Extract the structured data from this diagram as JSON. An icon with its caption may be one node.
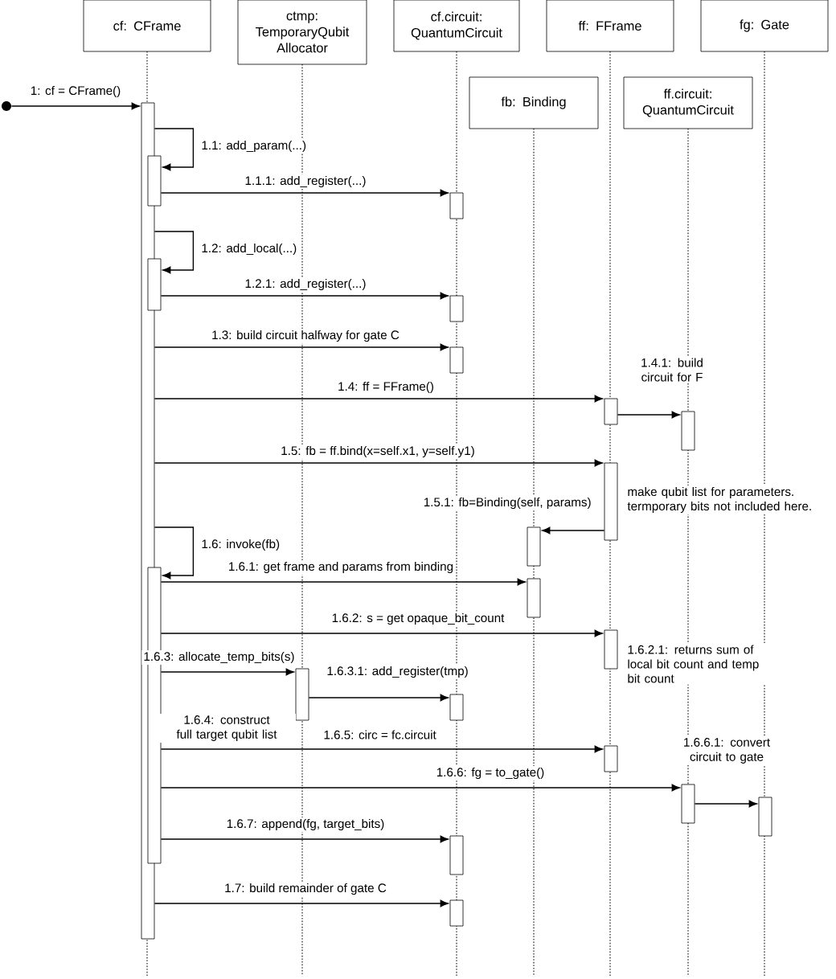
{
  "diagram": {
    "nodes": [
      {
        "text": [
          "cf: CFrame"
        ]
      },
      {
        "text": [
          "ctmp: TemporaryQubit Allocator"
        ]
      },
      {
        "text": [
          "cf.circuit: QuantumCircuit"
        ]
      },
      {
        "text": [
          "ff: FFrame"
        ]
      },
      {
        "text": [
          "fg: Gate"
        ]
      },
      {
        "text": [
          "fb: Binding"
        ]
      },
      {
        "text": [
          "ff.circuit: QuantumCircuit"
        ]
      },
      {
        "text": [],
        "shape": "circle"
      },
      {
        "text": [],
        "shape": "bar"
      },
      {
        "text": [],
        "shape": "bar"
      },
      {
        "text": [],
        "shape": "bar"
      },
      {
        "text": [],
        "shape": "bar"
      },
      {
        "text": [],
        "shape": "bar"
      },
      {
        "text": [],
        "shape": "bar"
      },
      {
        "text": [],
        "shape": "bar"
      },
      {
        "text": [],
        "shape": "bar"
      },
      {
        "text": [],
        "shape": "bar",
        "beside": [
          "make qubit list for parameters. termporary bits not included here."
        ]
      },
      {
        "text": [],
        "shape": "bar"
      },
      {
        "text": [],
        "shape": "bar"
      },
      {
        "text": [],
        "shape": "bar"
      },
      {
        "text": [],
        "shape": "bar",
        "beside": [
          "1.6.2.1: returns sum of local bit count and temp bit count"
        ]
      },
      {
        "text": [],
        "shape": "bar"
      },
      {
        "text": [],
        "shape": "bar"
      },
      {
        "text": [],
        "shape": "bar"
      },
      {
        "text": [],
        "shape": "bar"
      },
      {
        "text": [],
        "shape": "bar"
      },
      {
        "text": [],
        "shape": "bar"
      },
      {
        "text": [],
        "shape": "bar"
      }
    ],
    "edges": [
      {
        "from": 7,
        "to": 8,
        "arrow": "to",
        "label": "1: cf = CFrame()"
      },
      {
        "from": 8,
        "to": 9,
        "arrow": "to",
        "label": "1.1: add_param(...)"
      },
      {
        "from": 9,
        "to": 10,
        "arrow": "to",
        "label": "1.1.1: add_register(...)"
      },
      {
        "from": 8,
        "to": 11,
        "arrow": "to",
        "label": "1.2: add_local(...)"
      },
      {
        "from": 11,
        "to": 12,
        "arrow": "to",
        "label": "1.2.1: add_register(...)"
      },
      {
        "from": 8,
        "to": 13,
        "arrow": "to",
        "label": "1.3: build circuit halfway for gate C"
      },
      {
        "from": 8,
        "to": 14,
        "arrow": "to",
        "label": "1.4: ff = FFrame()"
      },
      {
        "from": 14,
        "to": 15,
        "arrow": "to",
        "label": "1.4.1: build circuit for F"
      },
      {
        "from": 8,
        "to": 16,
        "arrow": "to",
        "label": "1.5: fb = ff.bind(x=self.x1, y=self.y1)"
      },
      {
        "from": 16,
        "to": 17,
        "arrow": "to",
        "label": "1.5.1: fb=Binding(self, params)"
      },
      {
        "from": 8,
        "to": 18,
        "arrow": "to",
        "label": "1.6: invoke(fb)"
      },
      {
        "from": 18,
        "to": 19,
        "arrow": "to",
        "label": "1.6.1: get frame and params from binding"
      },
      {
        "from": 18,
        "to": 20,
        "arrow": "to",
        "label": "1.6.2: s = get opaque_bit_count"
      },
      {
        "from": 18,
        "to": 21,
        "arrow": "to",
        "label": "1.6.3: allocate_temp_bits(s)"
      },
      {
        "from": 21,
        "to": 22,
        "arrow": "to",
        "label": "1.6.3.1: add_register(tmp)"
      },
      {
        "from": 18,
        "to": 23,
        "arrow": "to",
        "label": "1.6.5: circ = fc.circuit"
      },
      {
        "from": 18,
        "to": 24,
        "arrow": "to",
        "label": "1.6.6: fg = to_gate()"
      },
      {
        "from": 24,
        "to": 25,
        "arrow": "to",
        "label": "1.6.6.1: convert circuit to gate"
      },
      {
        "from": 18,
        "to": 26,
        "arrow": "to",
        "label": "1.6.7: append(fg, target_bits)"
      },
      {
        "from": 8,
        "to": 27,
        "arrow": "to",
        "label": "1.7: build remainder of gate C"
      }
    ],
    "labels": [
      "1.6.4: construct full target qubit list"
    ]
  }
}
